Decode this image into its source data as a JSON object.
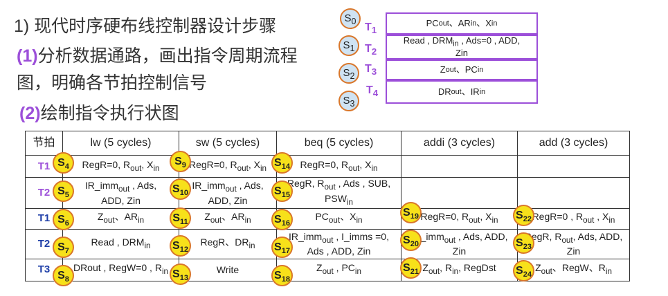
{
  "headings": {
    "h1": "1) 现代时序硬布线控制器设计步骤",
    "h2_num": "(1)",
    "h2_text": "分析数据通路，画出指令周期流程",
    "h3": "图，明确各节拍控制信号",
    "h4_num": "(2)",
    "h4_text": "绘制指令执行状图"
  },
  "flow": {
    "states": [
      "S0",
      "S1",
      "S2",
      "S3"
    ],
    "tlabels": [
      "T1",
      "T2",
      "T3",
      "T4"
    ],
    "boxes": [
      "PCout、ARin、Xin",
      "Read , DRMin , Ads=0 , ADD, Zin",
      "Zout、PCin",
      "DRout、IRin"
    ]
  },
  "table": {
    "header": [
      "节拍",
      "lw (5 cycles)",
      "sw (5 cycles)",
      "beq (5 cycles)",
      "addi (3 cycles)",
      "add  (3 cycles)"
    ],
    "rows": [
      {
        "t": "T1",
        "cells": [
          "RegR=0, Rout, Xin",
          "RegR=0, Rout, Xin",
          "RegR=0, Rout, Xin",
          "",
          ""
        ]
      },
      {
        "t": "T2",
        "cells": [
          "IR_immout , Ads, ADD, Zin",
          "IR_immout , Ads, ADD, Zin",
          "RegR, Rout , Ads , SUB, PSWin",
          "",
          ""
        ]
      },
      {
        "t": "T1",
        "cells": [
          "Zout、ARin",
          "Zout、ARin",
          "PCout、Xin",
          "RegR=0, Rout, Xin",
          "RegR=0 , Rout , Xin"
        ]
      },
      {
        "t": "T2",
        "cells": [
          "Read , DRMin",
          "RegR、DRin",
          "IR_immout , I_imms =0, Ads , ADD, Zin",
          "IR_immout , Ads, ADD, Zin",
          "RegR, Rout, Ads, ADD, Zin"
        ]
      },
      {
        "t": "T3",
        "cells": [
          "DRout , RegW=0 , Rin",
          "Write",
          "Zout , PCin",
          "Zout, Rin, RegDst",
          "Zout、RegW、Rin"
        ]
      }
    ],
    "states": [
      "S4",
      "S5",
      "S6",
      "S7",
      "S8",
      "S9",
      "S10",
      "S11",
      "S12",
      "S13",
      "S14",
      "S15",
      "S16",
      "S17",
      "S18",
      "S19",
      "S20",
      "S21",
      "S22",
      "S23",
      "S24"
    ]
  },
  "colors": {
    "purple": "#9c4fd9",
    "blue": "#1f3fa8",
    "yellow": "#f7e11a",
    "orange": "#d9772b",
    "light_blue": "#cfe3f3"
  }
}
